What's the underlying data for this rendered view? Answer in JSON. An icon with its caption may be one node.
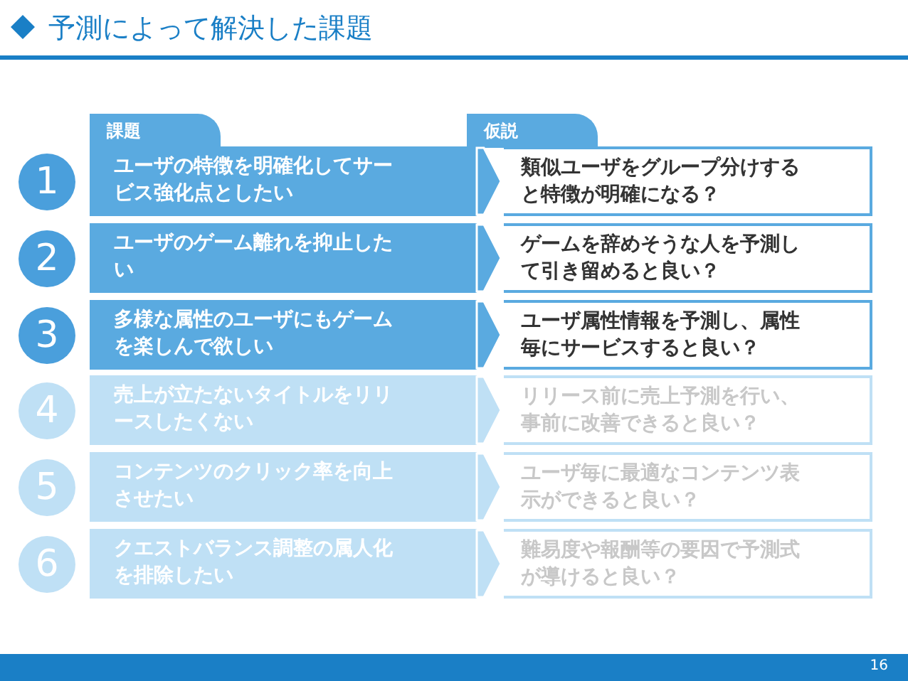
{
  "diagram": {
    "title": "予測によって解決した課題",
    "nodes": [
      {
        "text": [
          "課題"
        ]
      },
      {
        "text": [
          "仮説"
        ]
      },
      {
        "text": [
          "1"
        ]
      },
      {
        "text": [
          "ユーザの特徴を明確化してサービス強化点としたい"
        ]
      },
      {
        "text": [
          "類似ユーザをグループ分けすると特徴が明確になる？"
        ]
      },
      {
        "text": [
          "2"
        ]
      },
      {
        "text": [
          "ユーザのゲーム離れを抑止したい"
        ]
      },
      {
        "text": [
          "ゲームを辞めそうな人を予測して引き留めると良い？"
        ]
      },
      {
        "text": [
          "3"
        ]
      },
      {
        "text": [
          "多様な属性のユーザにもゲームを楽しんで欲しい"
        ]
      },
      {
        "text": [
          "ユーザ属性情報を予測し、属性毎にサービスすると良い？"
        ]
      },
      {
        "text": [
          "4"
        ]
      },
      {
        "text": [
          "売上が立たないタイトルをリリースしたくない"
        ]
      },
      {
        "text": [
          "リリース前に売上予測を行い、事前に改善できると良い？"
        ]
      },
      {
        "text": [
          "5"
        ]
      },
      {
        "text": [
          "コンテンツのクリック率を向上させたい"
        ]
      },
      {
        "text": [
          "ユーザ毎に最適なコンテンツ表示ができると良い？"
        ]
      },
      {
        "text": [
          "6"
        ]
      },
      {
        "text": [
          "クエストバランス調整の属人化を排除したい"
        ]
      },
      {
        "text": [
          "難易度や報酬等の要因で予測式が導けると良い？"
        ]
      }
    ],
    "edges": [
      {
        "from": 3,
        "to": 4,
        "arrow": "to"
      },
      {
        "from": 6,
        "to": 7,
        "arrow": "to"
      },
      {
        "from": 9,
        "to": 10,
        "arrow": "to"
      },
      {
        "from": 12,
        "to": 13,
        "arrow": "to",
        "color": "#bfe0f5"
      },
      {
        "from": 15,
        "to": 16,
        "arrow": "to",
        "color": "#bfe0f5"
      },
      {
        "from": 18,
        "to": 19,
        "arrow": "to",
        "color": "#bfe0f5"
      }
    ],
    "labels": [
      "16"
    ]
  }
}
